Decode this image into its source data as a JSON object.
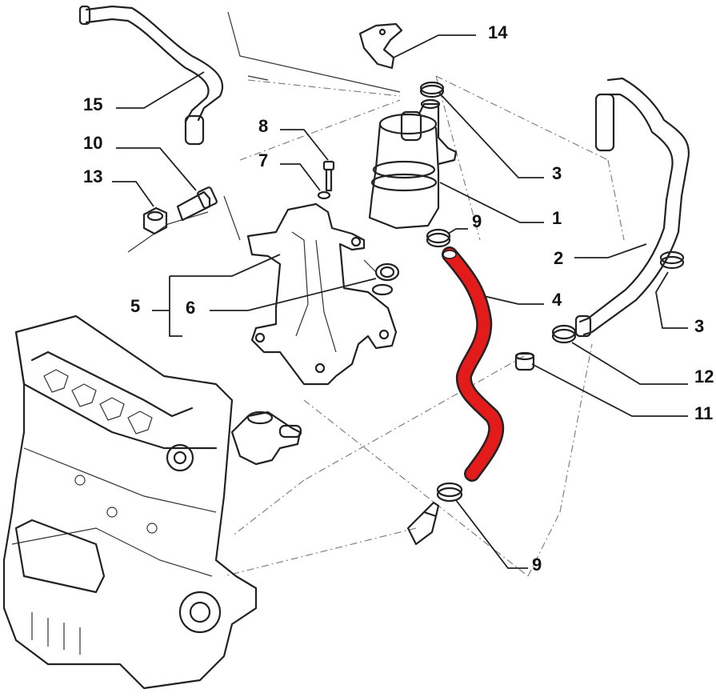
{
  "diagram": {
    "labels": [
      {
        "key": "14",
        "text": "14"
      },
      {
        "key": "15",
        "text": "15"
      },
      {
        "key": "8",
        "text": "8"
      },
      {
        "key": "10",
        "text": "10"
      },
      {
        "key": "7",
        "text": "7"
      },
      {
        "key": "13",
        "text": "13"
      },
      {
        "key": "3a",
        "text": "3"
      },
      {
        "key": "1",
        "text": "1"
      },
      {
        "key": "9a",
        "text": "9"
      },
      {
        "key": "2",
        "text": "2"
      },
      {
        "key": "4",
        "text": "4"
      },
      {
        "key": "5",
        "text": "5"
      },
      {
        "key": "6",
        "text": "6"
      },
      {
        "key": "3b",
        "text": "3"
      },
      {
        "key": "12",
        "text": "12"
      },
      {
        "key": "11",
        "text": "11"
      },
      {
        "key": "9b",
        "text": "9"
      }
    ],
    "colors": {
      "highlight": "#e31b1b",
      "line": "#222222",
      "background": "#ffffff"
    },
    "highlighted_part": "4"
  }
}
